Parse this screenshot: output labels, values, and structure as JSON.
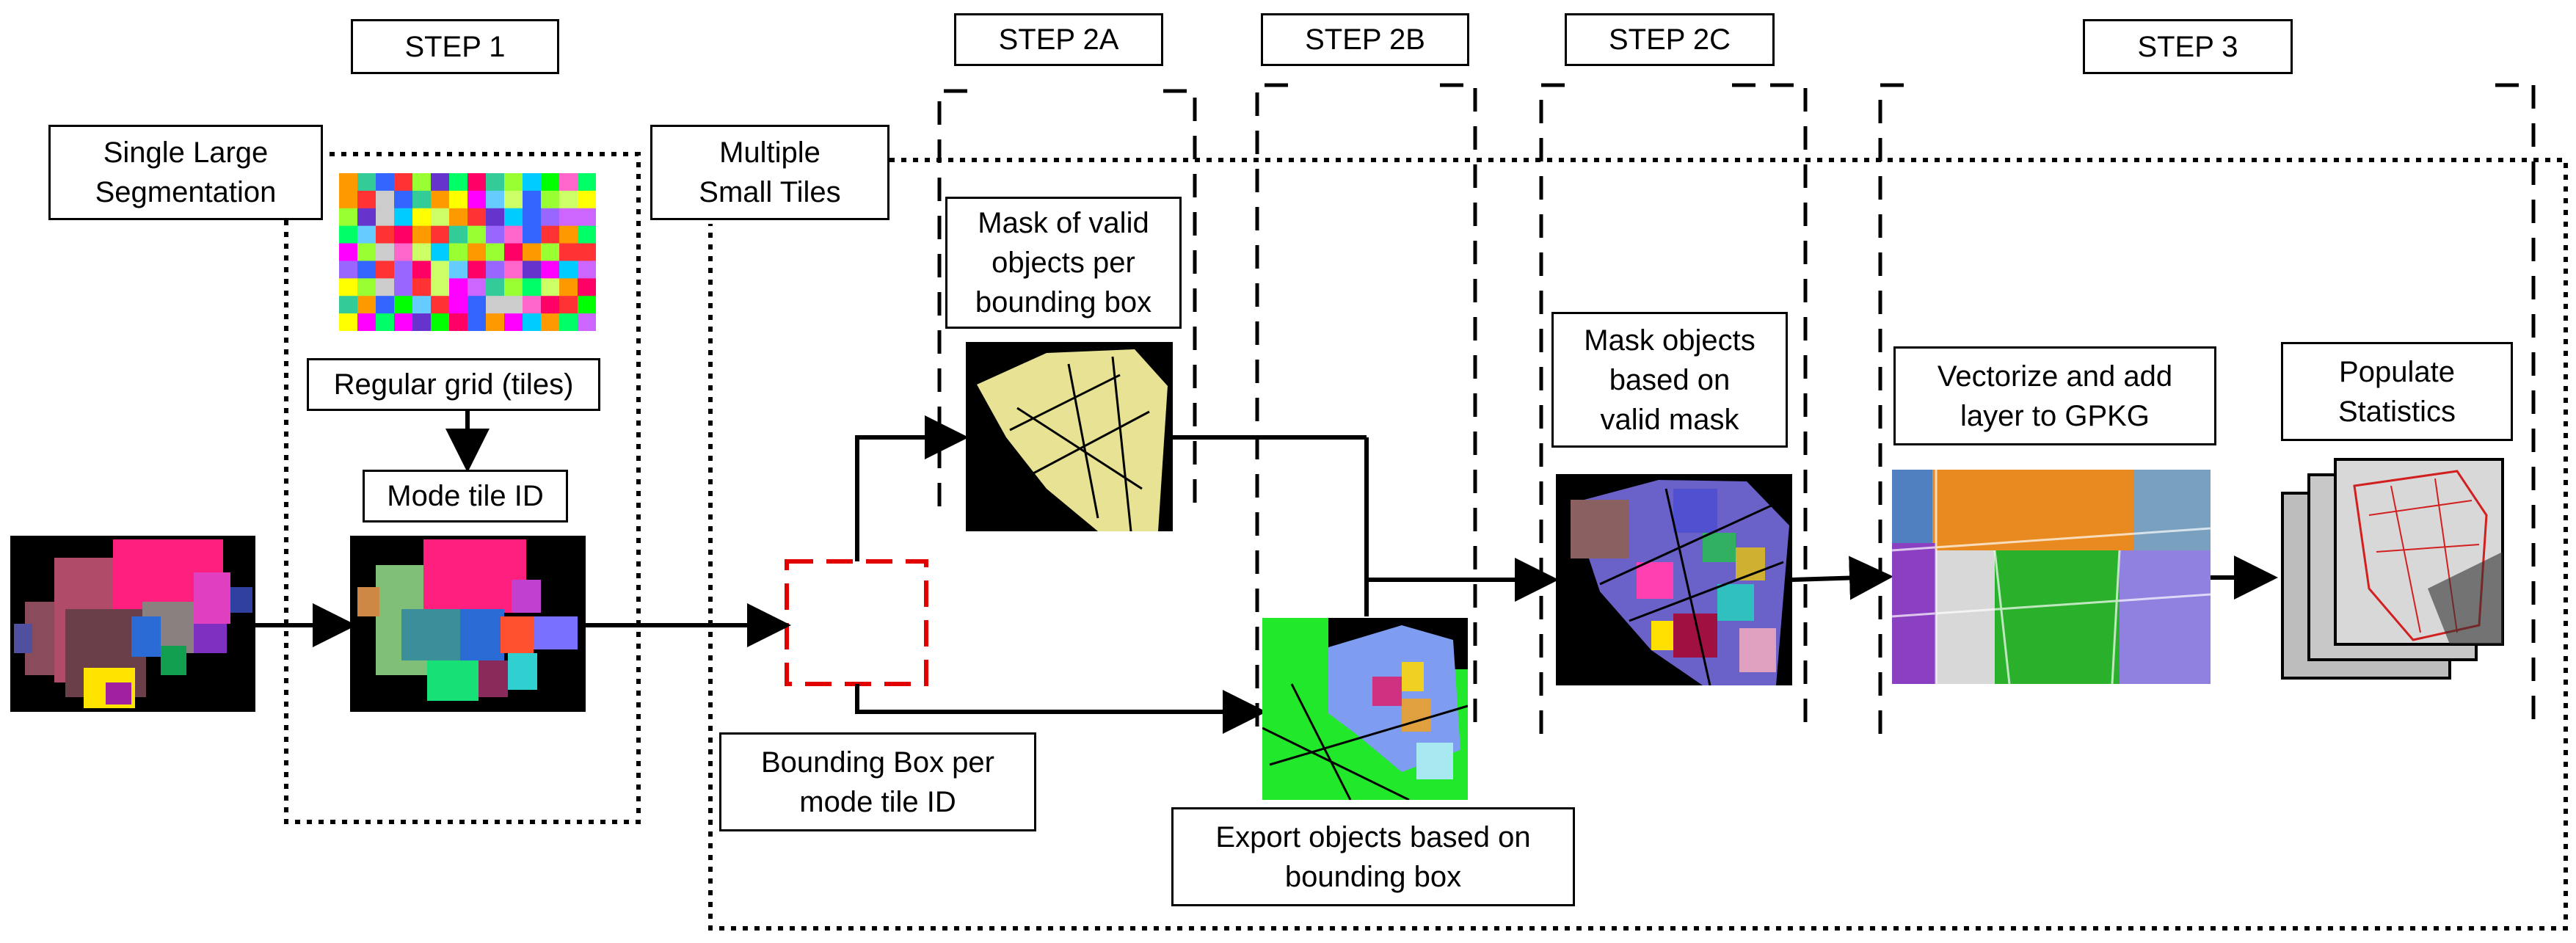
{
  "steps": {
    "step1": "STEP 1",
    "step2a": "STEP 2A",
    "step2b": "STEP 2B",
    "step2c": "STEP 2C",
    "step3": "STEP 3"
  },
  "labels": {
    "single_large_segmentation": "Single Large\nSegmentation",
    "multiple_small_tiles": "Multiple\nSmall Tiles",
    "regular_grid": "Regular grid (tiles)",
    "mode_tile_id": "Mode tile ID",
    "bounding_box_per_mode_tile": "Bounding Box per\nmode tile ID",
    "mask_valid_objects": "Mask of valid\nobjects per\nbounding box",
    "export_objects": "Export objects based on\nbounding box",
    "mask_objects": "Mask objects\nbased on\nvalid mask",
    "vectorize": "Vectorize and add\nlayer to GPKG",
    "populate_statistics": "Populate\nStatistics"
  },
  "colors": {
    "bbox_dash": "#e00000",
    "stats_red": "#d22020",
    "grid_palette": [
      "#ff00ff",
      "#00ff66",
      "#3366ff",
      "#ffff00",
      "#ff3333",
      "#00ccff",
      "#cc66ff",
      "#99ff33",
      "#ff9900",
      "#6633cc",
      "#33cc99",
      "#ff66cc",
      "#cccccc",
      "#9966ff",
      "#00ff00",
      "#ff0066",
      "#66ccff",
      "#ccff66"
    ]
  },
  "icons": {
    "segmentation": "segmentation-image",
    "grid": "colour-grid-image",
    "mask": "valid-mask-image",
    "export": "exported-objects-image",
    "masked": "masked-objects-image",
    "vector": "vector-map-image",
    "stats": "statistics-stack-image"
  }
}
